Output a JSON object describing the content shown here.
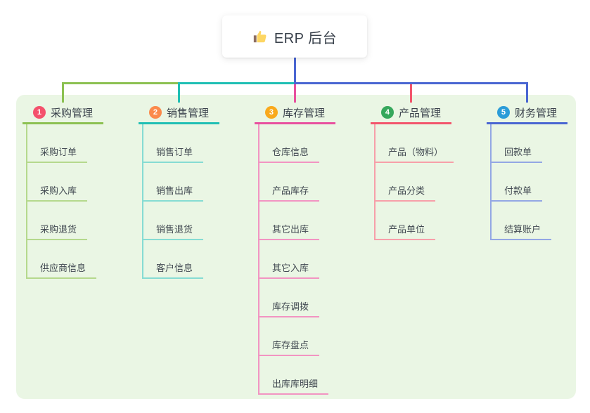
{
  "root": {
    "icon": "thumbs-up-icon",
    "label": "ERP 后台"
  },
  "branches": [
    {
      "num": "1",
      "label": "采购管理",
      "badge_color": "#f4516c",
      "line_color": "#8cc152",
      "child_line_color": "#b5d98d",
      "children": [
        "采购订单",
        "采购入库",
        "采购退货",
        "供应商信息"
      ]
    },
    {
      "num": "2",
      "label": "销售管理",
      "badge_color": "#fb8a4b",
      "line_color": "#20bfb4",
      "child_line_color": "#86dcd3",
      "children": [
        "销售订单",
        "销售出库",
        "销售退货",
        "客户信息"
      ]
    },
    {
      "num": "3",
      "label": "库存管理",
      "badge_color": "#f9a91c",
      "line_color": "#e8509f",
      "child_line_color": "#f294c2",
      "children": [
        "仓库信息",
        "产品库存",
        "其它出库",
        "其它入库",
        "库存调拨",
        "库存盘点",
        "出库库明细"
      ]
    },
    {
      "num": "4",
      "label": "产品管理",
      "badge_color": "#36a85c",
      "line_color": "#f2566c",
      "child_line_color": "#f79fa9",
      "children": [
        "产品（物料）",
        "产品分类",
        "产品单位"
      ]
    },
    {
      "num": "5",
      "label": "财务管理",
      "badge_color": "#2b9cd8",
      "line_color": "#4a66d2",
      "child_line_color": "#93a7e4",
      "children": [
        "回款单",
        "付款单",
        "结算账户"
      ]
    }
  ],
  "colors": {
    "panel_background": "#eaf6e4",
    "canvas_background": "#ffffff",
    "root_connector": "#4a66d2",
    "bus_left": "#8cc152",
    "bus_middle": "#20bfb4",
    "bus_right": "#4a66d2"
  }
}
